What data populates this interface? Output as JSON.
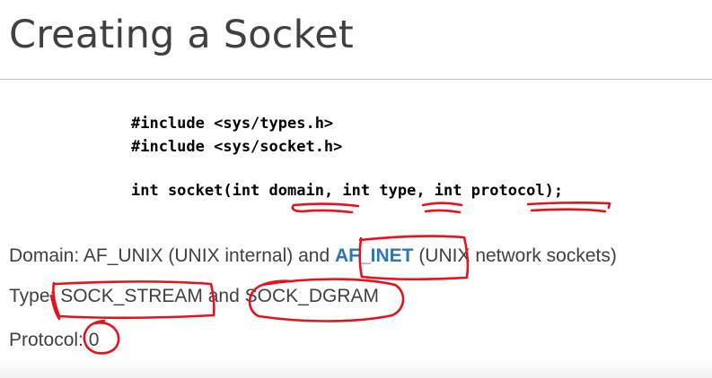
{
  "slide": {
    "title": "Creating a Socket",
    "code": {
      "line1": "#include <sys/types.h>",
      "line2": "#include <sys/socket.h>",
      "line3": {
        "part1": "int socket(int ",
        "domain": "domain",
        "part2": ", int ",
        "type": "type",
        "part3": ", int ",
        "protocol": "protocol",
        "part4": ");"
      }
    },
    "bullets": {
      "domain": {
        "pre": "Domain: AF_UNIX (UNIX internal) and ",
        "highlight": "AF_INET",
        "post": " (UNIX network sockets)"
      },
      "type": {
        "pre": "Type: ",
        "stream": "SOCK_STREAM",
        "mid": " and ",
        "dgram": "SOCK_DGRAM"
      },
      "protocol": {
        "pre": "Protocol: ",
        "value": "0"
      }
    },
    "colors": {
      "title": "#404040",
      "highlight": "#2e75b6",
      "annotation": "#e8111b"
    }
  }
}
